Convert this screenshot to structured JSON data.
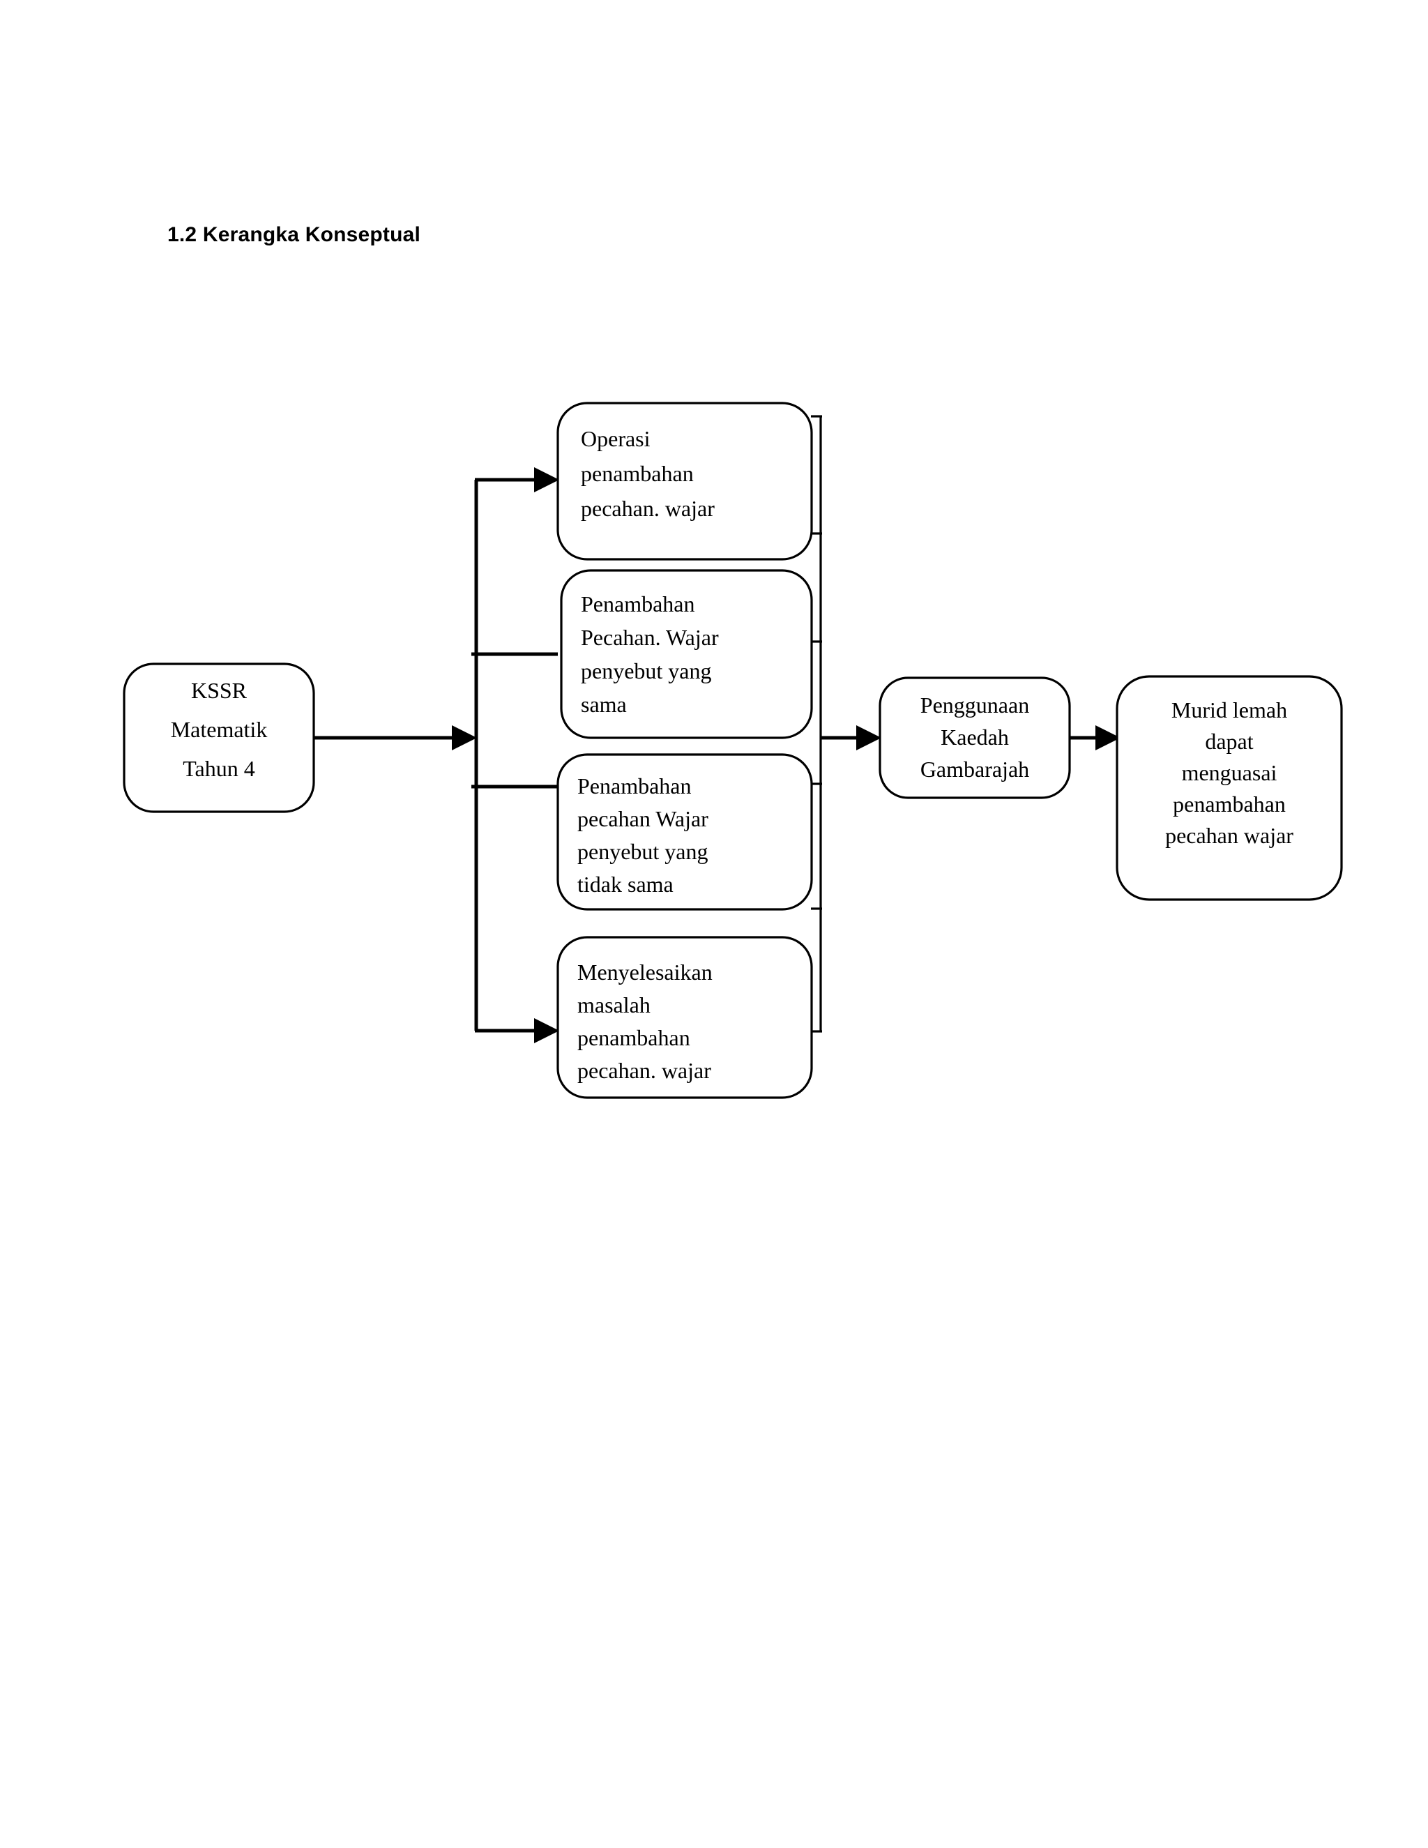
{
  "document": {
    "section_number": "1.2",
    "section_title": "1.2 Kerangka Konseptual"
  },
  "diagram": {
    "type": "flowchart",
    "orientation": "left-to-right",
    "background_color": "#ffffff",
    "line_color": "#000000",
    "node_fill": "#ffffff",
    "nodes": {
      "input": {
        "id": "kssr-matematik-tahun-4",
        "lines": [
          "KSSR",
          "Matematik",
          "Tahun  4"
        ],
        "align": "center",
        "shape": "rounded-rectangle"
      },
      "branches": [
        {
          "id": "operasi-penambahan-pecahan-wajar",
          "lines": [
            "Operasi",
            "penambahan",
            "pecahan.  wajar"
          ],
          "align": "left",
          "shape": "rounded-rectangle"
        },
        {
          "id": "penambahan-pecahan-wajar-penyebut-sama",
          "lines": [
            "Penambahan",
            "Pecahan.  Wajar",
            "penyebut  yang",
            "sama"
          ],
          "align": "left",
          "shape": "rounded-rectangle"
        },
        {
          "id": "penambahan-pecahan-wajar-penyebut-tidak-sama",
          "lines": [
            "Penambahan",
            "pecahan Wajar",
            "penyebut  yang",
            "tidak  sama"
          ],
          "align": "left",
          "shape": "rounded-rectangle"
        },
        {
          "id": "menyelesaikan-masalah-penambahan-pecahan-wajar",
          "lines": [
            "Menyelesaikan",
            "masalah",
            "penambahan",
            "pecahan.  wajar"
          ],
          "align": "left",
          "shape": "rounded-rectangle"
        }
      ],
      "method": {
        "id": "penggunaan-kaedah-gambarajah",
        "lines": [
          "Penggunaan",
          "Kaedah",
          "Gambarajah"
        ],
        "align": "center",
        "shape": "rounded-rectangle"
      },
      "outcome": {
        "id": "murid-lemah-dapat-menguasai",
        "lines": [
          "Murid  lemah",
          "dapat",
          "menguasai",
          "penambahan",
          "pecahan wajar"
        ],
        "align": "center",
        "shape": "rounded-rectangle"
      }
    },
    "edges": [
      {
        "from": "kssr-matematik-tahun-4",
        "to": "branch-trunk",
        "arrow": true
      },
      {
        "from": "branch-trunk",
        "to": "operasi-penambahan-pecahan-wajar",
        "arrow": true
      },
      {
        "from": "branch-trunk",
        "to": "penambahan-pecahan-wajar-penyebut-sama",
        "arrow": false
      },
      {
        "from": "branch-trunk",
        "to": "penambahan-pecahan-wajar-penyebut-tidak-sama",
        "arrow": false
      },
      {
        "from": "branch-trunk",
        "to": "menyelesaikan-masalah-penambahan-pecahan-wajar",
        "arrow": true
      },
      {
        "from": "collector-trunk",
        "to": "penggunaan-kaedah-gambarajah",
        "arrow": true
      },
      {
        "from": "penggunaan-kaedah-gambarajah",
        "to": "murid-lemah-dapat-menguasai",
        "arrow": true
      }
    ]
  }
}
